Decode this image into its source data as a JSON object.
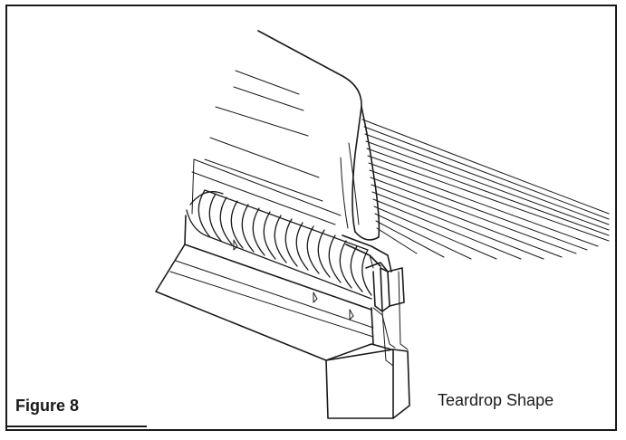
{
  "figure": {
    "label": "Figure 8",
    "caption": "Teardrop Shape"
  },
  "colors": {
    "line": "#1a1a1a",
    "background": "#ffffff"
  },
  "illustration": {
    "subject": "ribbon-cable-folded-into-connector",
    "icon": "ribbon-cable-connector-icon"
  }
}
